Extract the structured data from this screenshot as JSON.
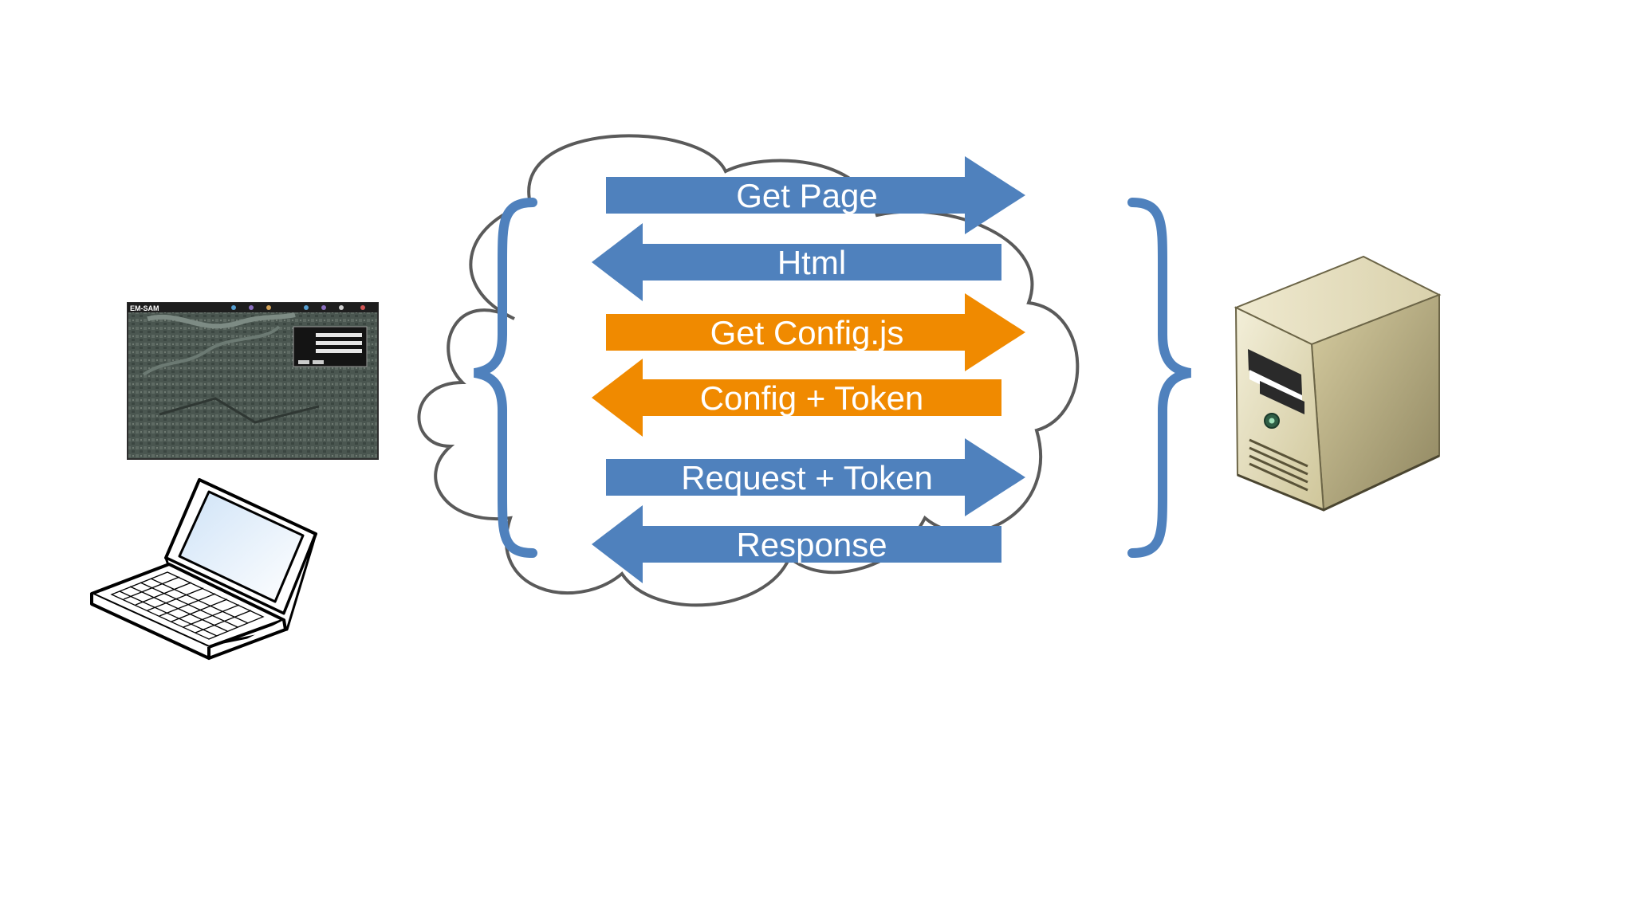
{
  "arrows": [
    {
      "label": "Get Page",
      "direction": "right",
      "color": "#4f81bd"
    },
    {
      "label": "Html",
      "direction": "left",
      "color": "#4f81bd"
    },
    {
      "label": "Get Config.js",
      "direction": "right",
      "color": "#f08a00"
    },
    {
      "label": "Config + Token",
      "direction": "left",
      "color": "#f08a00"
    },
    {
      "label": "Request + Token",
      "direction": "right",
      "color": "#4f81bd"
    },
    {
      "label": "Response",
      "direction": "left",
      "color": "#4f81bd"
    }
  ],
  "client": {
    "icon": "laptop-icon",
    "screenshot_logo": "EM-SAM"
  },
  "server": {
    "icon": "server-tower-icon"
  },
  "network": {
    "icon": "cloud-icon",
    "bracket_color": "#4f81bd"
  }
}
